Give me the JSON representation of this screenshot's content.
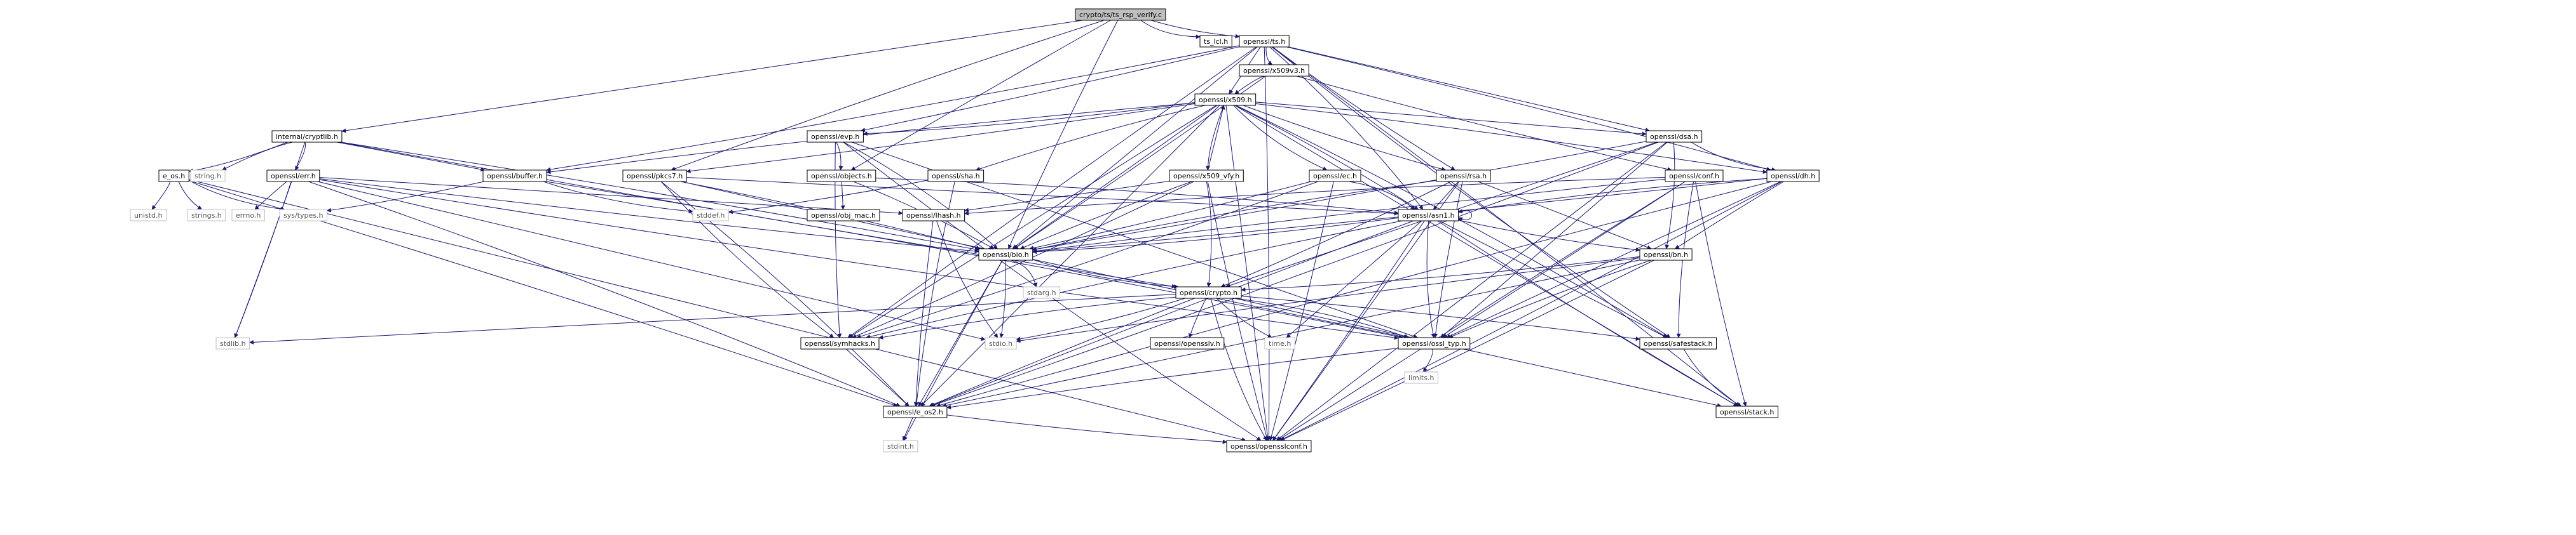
{
  "graph": {
    "title": "crypto/ts/ts_rsp_verify.c",
    "edge_color": "#191970",
    "root_fill": "#bfbfbf",
    "nodes": [
      {
        "id": "root",
        "label": "crypto/ts/ts_rsp_verify.c",
        "kind": "root"
      },
      {
        "id": "ts_lcl",
        "label": "ts_lcl.h",
        "kind": "doc"
      },
      {
        "id": "ts",
        "label": "openssl/ts.h",
        "kind": "doc"
      },
      {
        "id": "x509v3",
        "label": "openssl/x509v3.h",
        "kind": "doc"
      },
      {
        "id": "x509",
        "label": "openssl/x509.h",
        "kind": "doc"
      },
      {
        "id": "internal_cryptlib",
        "label": "internal/cryptlib.h",
        "kind": "doc"
      },
      {
        "id": "evp",
        "label": "openssl/evp.h",
        "kind": "doc"
      },
      {
        "id": "dsa",
        "label": "openssl/dsa.h",
        "kind": "doc"
      },
      {
        "id": "string",
        "label": "string.h",
        "kind": "sys"
      },
      {
        "id": "e_os",
        "label": "e_os.h",
        "kind": "doc"
      },
      {
        "id": "err",
        "label": "openssl/err.h",
        "kind": "doc"
      },
      {
        "id": "buffer",
        "label": "openssl/buffer.h",
        "kind": "doc"
      },
      {
        "id": "pkcs7",
        "label": "openssl/pkcs7.h",
        "kind": "doc"
      },
      {
        "id": "objects",
        "label": "openssl/objects.h",
        "kind": "doc"
      },
      {
        "id": "sha",
        "label": "openssl/sha.h",
        "kind": "doc"
      },
      {
        "id": "x509_vfy",
        "label": "openssl/x509_vfy.h",
        "kind": "doc"
      },
      {
        "id": "ec",
        "label": "openssl/ec.h",
        "kind": "doc"
      },
      {
        "id": "rsa",
        "label": "openssl/rsa.h",
        "kind": "doc"
      },
      {
        "id": "conf",
        "label": "openssl/conf.h",
        "kind": "doc"
      },
      {
        "id": "dh",
        "label": "openssl/dh.h",
        "kind": "doc"
      },
      {
        "id": "unistd",
        "label": "unistd.h",
        "kind": "sys"
      },
      {
        "id": "strings",
        "label": "strings.h",
        "kind": "sys"
      },
      {
        "id": "errno",
        "label": "errno.h",
        "kind": "sys"
      },
      {
        "id": "sys_types",
        "label": "sys/types.h",
        "kind": "sys"
      },
      {
        "id": "stddef",
        "label": "stddef.h",
        "kind": "sys"
      },
      {
        "id": "obj_mac",
        "label": "openssl/obj_mac.h",
        "kind": "doc"
      },
      {
        "id": "lhash",
        "label": "openssl/lhash.h",
        "kind": "doc"
      },
      {
        "id": "asn1",
        "label": "openssl/asn1.h",
        "kind": "doc"
      },
      {
        "id": "bio",
        "label": "openssl/bio.h",
        "kind": "doc"
      },
      {
        "id": "bn",
        "label": "openssl/bn.h",
        "kind": "doc"
      },
      {
        "id": "stdarg",
        "label": "stdarg.h",
        "kind": "sys"
      },
      {
        "id": "crypto",
        "label": "openssl/crypto.h",
        "kind": "doc"
      },
      {
        "id": "stdlib",
        "label": "stdlib.h",
        "kind": "sys"
      },
      {
        "id": "symhacks",
        "label": "openssl/symhacks.h",
        "kind": "doc"
      },
      {
        "id": "stdio",
        "label": "stdio.h",
        "kind": "sys"
      },
      {
        "id": "opensslv",
        "label": "openssl/opensslv.h",
        "kind": "doc"
      },
      {
        "id": "time",
        "label": "time.h",
        "kind": "sys"
      },
      {
        "id": "ossl_typ",
        "label": "openssl/ossl_typ.h",
        "kind": "doc"
      },
      {
        "id": "safestack",
        "label": "openssl/safestack.h",
        "kind": "doc"
      },
      {
        "id": "limits",
        "label": "limits.h",
        "kind": "sys"
      },
      {
        "id": "e_os2",
        "label": "openssl/e_os2.h",
        "kind": "doc"
      },
      {
        "id": "stack",
        "label": "openssl/stack.h",
        "kind": "doc"
      },
      {
        "id": "stdint",
        "label": "stdint.h",
        "kind": "sys"
      },
      {
        "id": "opensslconf",
        "label": "openssl/opensslconf.h",
        "kind": "doc"
      }
    ],
    "edges": [
      [
        "root",
        "ts_lcl"
      ],
      [
        "root",
        "ts"
      ],
      [
        "root",
        "internal_cryptlib"
      ],
      [
        "root",
        "objects"
      ],
      [
        "root",
        "pkcs7"
      ],
      [
        "root",
        "bio"
      ],
      [
        "ts",
        "x509v3"
      ],
      [
        "ts",
        "x509"
      ],
      [
        "ts",
        "opensslconf"
      ],
      [
        "ts",
        "symhacks"
      ],
      [
        "ts",
        "buffer"
      ],
      [
        "ts",
        "evp"
      ],
      [
        "ts",
        "bio"
      ],
      [
        "ts",
        "stack"
      ],
      [
        "ts",
        "asn1"
      ],
      [
        "ts",
        "safestack"
      ],
      [
        "ts",
        "rsa"
      ],
      [
        "ts",
        "dsa"
      ],
      [
        "ts",
        "dh"
      ],
      [
        "x509v3",
        "x509"
      ],
      [
        "x509v3",
        "bio"
      ],
      [
        "x509v3",
        "conf"
      ],
      [
        "x509",
        "e_os2"
      ],
      [
        "x509",
        "symhacks"
      ],
      [
        "x509",
        "buffer"
      ],
      [
        "x509",
        "evp"
      ],
      [
        "x509",
        "bio"
      ],
      [
        "x509",
        "stack"
      ],
      [
        "x509",
        "asn1"
      ],
      [
        "x509",
        "safestack"
      ],
      [
        "x509",
        "ec"
      ],
      [
        "x509",
        "rsa"
      ],
      [
        "x509",
        "dsa"
      ],
      [
        "x509",
        "dh"
      ],
      [
        "x509",
        "sha"
      ],
      [
        "x509",
        "x509_vfy"
      ],
      [
        "x509",
        "pkcs7"
      ],
      [
        "x509",
        "opensslconf"
      ],
      [
        "internal_cryptlib",
        "stdlib"
      ],
      [
        "internal_cryptlib",
        "string"
      ],
      [
        "internal_cryptlib",
        "e_os"
      ],
      [
        "internal_cryptlib",
        "crypto"
      ],
      [
        "internal_cryptlib",
        "buffer"
      ],
      [
        "internal_cryptlib",
        "bio"
      ],
      [
        "internal_cryptlib",
        "err"
      ],
      [
        "evp",
        "opensslconf"
      ],
      [
        "evp",
        "symhacks"
      ],
      [
        "evp",
        "ossl_typ"
      ],
      [
        "evp",
        "objects"
      ],
      [
        "evp",
        "bio"
      ],
      [
        "dsa",
        "e_os2"
      ],
      [
        "dsa",
        "bio"
      ],
      [
        "dsa",
        "crypto"
      ],
      [
        "dsa",
        "ossl_typ"
      ],
      [
        "dsa",
        "bn"
      ],
      [
        "dsa",
        "dh"
      ],
      [
        "dsa",
        "opensslconf"
      ],
      [
        "e_os",
        "opensslconf"
      ],
      [
        "e_os",
        "e_os2"
      ],
      [
        "e_os",
        "unistd"
      ],
      [
        "e_os",
        "sys_types"
      ],
      [
        "e_os",
        "strings"
      ],
      [
        "err",
        "stdio"
      ],
      [
        "err",
        "stdlib"
      ],
      [
        "err",
        "e_os2"
      ],
      [
        "err",
        "ossl_typ"
      ],
      [
        "err",
        "bio"
      ],
      [
        "err",
        "lhash"
      ],
      [
        "err",
        "errno"
      ],
      [
        "buffer",
        "ossl_typ"
      ],
      [
        "buffer",
        "stddef"
      ],
      [
        "buffer",
        "sys_types"
      ],
      [
        "pkcs7",
        "asn1"
      ],
      [
        "pkcs7",
        "bio"
      ],
      [
        "pkcs7",
        "e_os2"
      ],
      [
        "pkcs7",
        "symhacks"
      ],
      [
        "pkcs7",
        "ossl_typ"
      ],
      [
        "objects",
        "obj_mac"
      ],
      [
        "objects",
        "bio"
      ],
      [
        "objects",
        "asn1"
      ],
      [
        "sha",
        "e_os2"
      ],
      [
        "sha",
        "stddef"
      ],
      [
        "x509_vfy",
        "lhash"
      ],
      [
        "x509_vfy",
        "bio"
      ],
      [
        "x509_vfy",
        "crypto"
      ],
      [
        "x509_vfy",
        "symhacks"
      ],
      [
        "x509_vfy",
        "opensslconf"
      ],
      [
        "x509_vfy",
        "x509"
      ],
      [
        "ec",
        "opensslconf"
      ],
      [
        "ec",
        "asn1"
      ],
      [
        "ec",
        "symhacks"
      ],
      [
        "ec",
        "bio"
      ],
      [
        "rsa",
        "opensslconf"
      ],
      [
        "rsa",
        "asn1"
      ],
      [
        "rsa",
        "bio"
      ],
      [
        "rsa",
        "crypto"
      ],
      [
        "rsa",
        "ossl_typ"
      ],
      [
        "rsa",
        "bn"
      ],
      [
        "conf",
        "bio"
      ],
      [
        "conf",
        "lhash"
      ],
      [
        "conf",
        "safestack"
      ],
      [
        "conf",
        "stack"
      ],
      [
        "conf",
        "ossl_typ"
      ],
      [
        "conf",
        "opensslconf"
      ],
      [
        "dh",
        "e_os2"
      ],
      [
        "dh",
        "opensslconf"
      ],
      [
        "dh",
        "bio"
      ],
      [
        "dh",
        "ossl_typ"
      ],
      [
        "dh",
        "bn"
      ],
      [
        "dh",
        "asn1"
      ],
      [
        "lhash",
        "stdio"
      ],
      [
        "lhash",
        "e_os2"
      ],
      [
        "asn1",
        "time"
      ],
      [
        "asn1",
        "e_os2"
      ],
      [
        "asn1",
        "opensslconf"
      ],
      [
        "asn1",
        "bio"
      ],
      [
        "asn1",
        "stack"
      ],
      [
        "asn1",
        "safestack"
      ],
      [
        "asn1",
        "asn1"
      ],
      [
        "asn1",
        "symhacks"
      ],
      [
        "asn1",
        "ossl_typ"
      ],
      [
        "asn1",
        "bn"
      ],
      [
        "bio",
        "e_os2"
      ],
      [
        "bio",
        "stdio"
      ],
      [
        "bio",
        "stdarg"
      ],
      [
        "bio",
        "crypto"
      ],
      [
        "bio",
        "stdint"
      ],
      [
        "bn",
        "e_os2"
      ],
      [
        "bn",
        "stdio"
      ],
      [
        "bn",
        "ossl_typ"
      ],
      [
        "bn",
        "crypto"
      ],
      [
        "bn",
        "opensslconf"
      ],
      [
        "crypto",
        "stdlib"
      ],
      [
        "crypto",
        "e_os2"
      ],
      [
        "crypto",
        "ossl_typ"
      ],
      [
        "crypto",
        "opensslconf"
      ],
      [
        "crypto",
        "opensslv"
      ],
      [
        "crypto",
        "stack"
      ],
      [
        "crypto",
        "safestack"
      ],
      [
        "crypto",
        "symhacks"
      ],
      [
        "crypto",
        "stdio"
      ],
      [
        "crypto",
        "time"
      ],
      [
        "symhacks",
        "e_os2"
      ],
      [
        "ossl_typ",
        "e_os2"
      ],
      [
        "ossl_typ",
        "limits"
      ],
      [
        "safestack",
        "stack"
      ],
      [
        "e_os2",
        "opensslconf"
      ],
      [
        "e_os2",
        "stdint"
      ]
    ]
  }
}
